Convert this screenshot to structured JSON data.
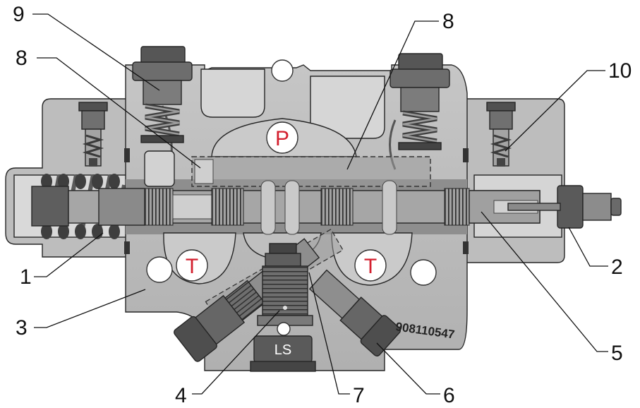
{
  "diagram": {
    "callouts": [
      {
        "label": "9"
      },
      {
        "label": "8"
      },
      {
        "label": "8"
      },
      {
        "label": "10"
      },
      {
        "label": "1"
      },
      {
        "label": "2"
      },
      {
        "label": "3"
      },
      {
        "label": "4"
      },
      {
        "label": "5"
      },
      {
        "label": "6"
      },
      {
        "label": "7"
      }
    ],
    "ports": {
      "p": "P",
      "t_left": "T",
      "t_right": "T",
      "ls": "LS"
    },
    "part_number": "908110547",
    "colors": {
      "port_text": "#d3202f",
      "label": "#111111"
    }
  }
}
